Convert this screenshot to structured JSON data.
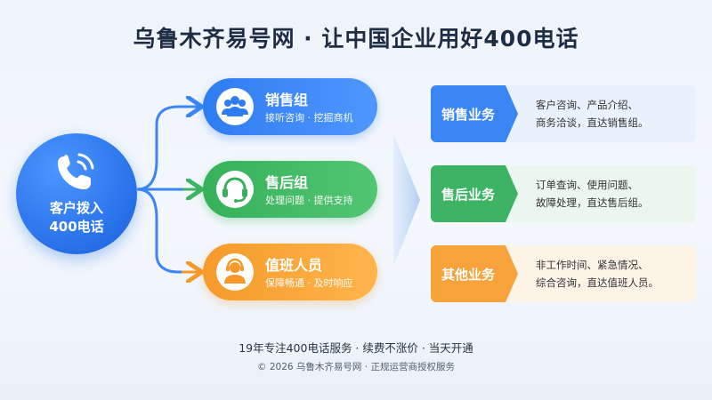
{
  "title": "乌鲁木齐易号网 · 让中国企业用好400电话",
  "caller": {
    "icon": "phone-ringing-icon",
    "line1": "客户拨入",
    "line2": "400电话"
  },
  "groups": [
    {
      "name": "销售组",
      "desc": "接听咨询 · 挖掘商机",
      "icon": "team-icon",
      "color": "#2f7cf0"
    },
    {
      "name": "售后组",
      "desc": "处理问题 · 提供支持",
      "icon": "headset-icon",
      "color": "#36b05a"
    },
    {
      "name": "值班人员",
      "desc": "保障畅通 · 及时响应",
      "icon": "agent-icon",
      "color": "#f59a2a"
    }
  ],
  "business": [
    {
      "tag": "销售业务",
      "line1": "客户咨询、产品介绍、",
      "line2": "商务洽谈，直达销售组。",
      "color": "#3a86f4"
    },
    {
      "tag": "售后业务",
      "line1": "订单查询、使用问题、",
      "line2": "故障处理，直达售后组。",
      "color": "#3db463"
    },
    {
      "tag": "其他业务",
      "line1": "非工作时间、紧急情况、",
      "line2": "综合咨询，直达值班人员。",
      "color": "#f7a23a"
    }
  ],
  "footer": {
    "line1": "19年专注400电话服务 · 续费不涨价 · 当天开通",
    "line2": "© 2026 乌鲁木齐易号网 · 正规运营商授权服务"
  }
}
